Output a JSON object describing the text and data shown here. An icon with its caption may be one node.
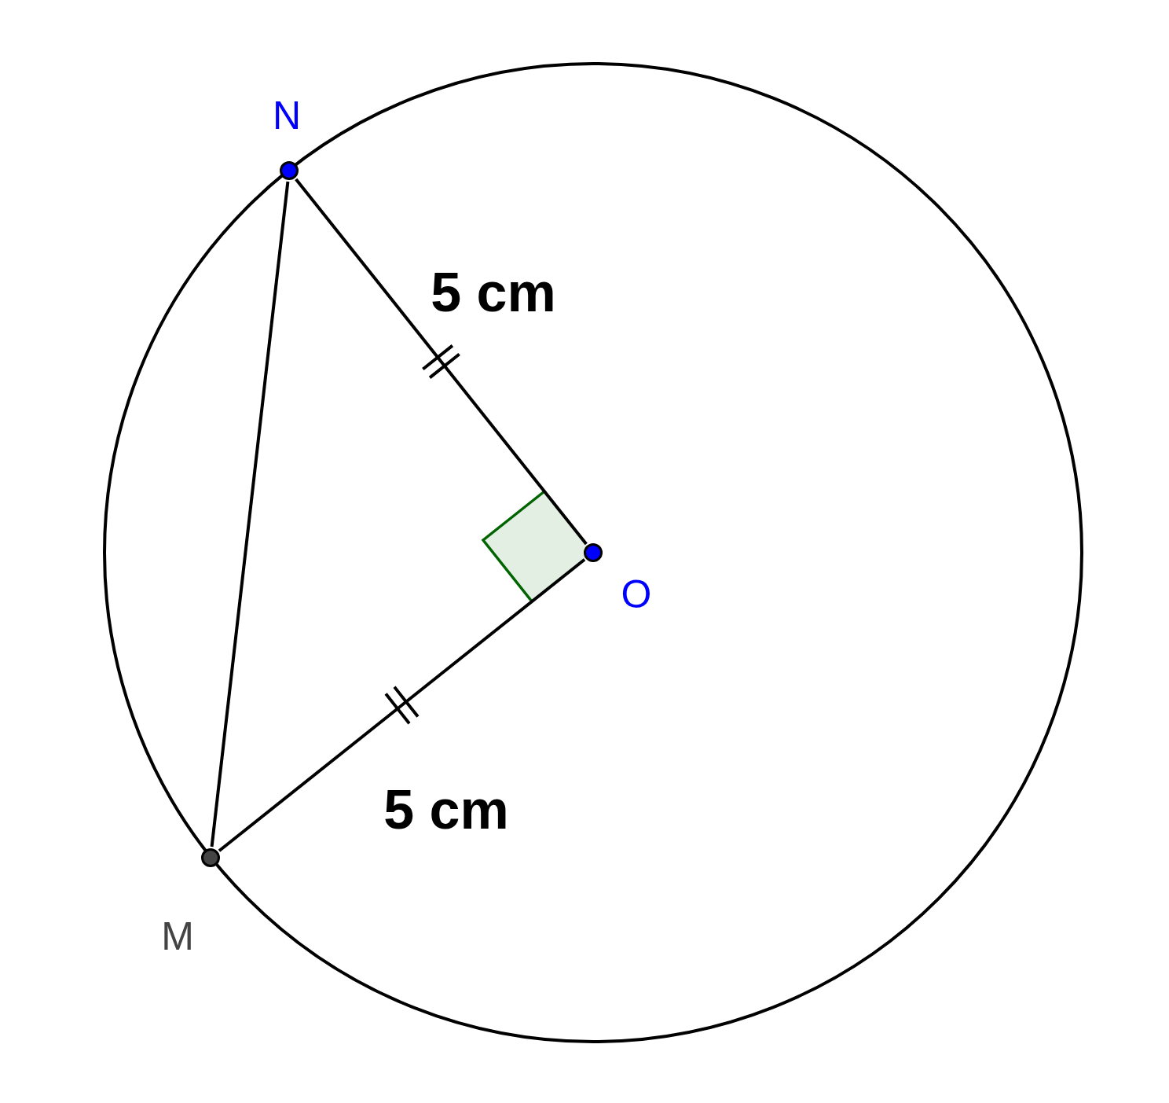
{
  "diagram": {
    "nodes": [
      {
        "text": [],
        "shape": "circle",
        "beside": [
          "N"
        ]
      },
      {
        "text": [],
        "shape": "circle",
        "beside": [
          "O"
        ]
      },
      {
        "text": [],
        "shape": "circle",
        "beside": [
          "M"
        ]
      }
    ],
    "edges": [
      {
        "from": 0,
        "to": 1,
        "arrow": "none",
        "label": "5 cm"
      },
      {
        "from": 1,
        "to": 2,
        "arrow": "none",
        "label": "5 cm"
      },
      {
        "from": 0,
        "to": 2,
        "arrow": "none"
      }
    ]
  }
}
